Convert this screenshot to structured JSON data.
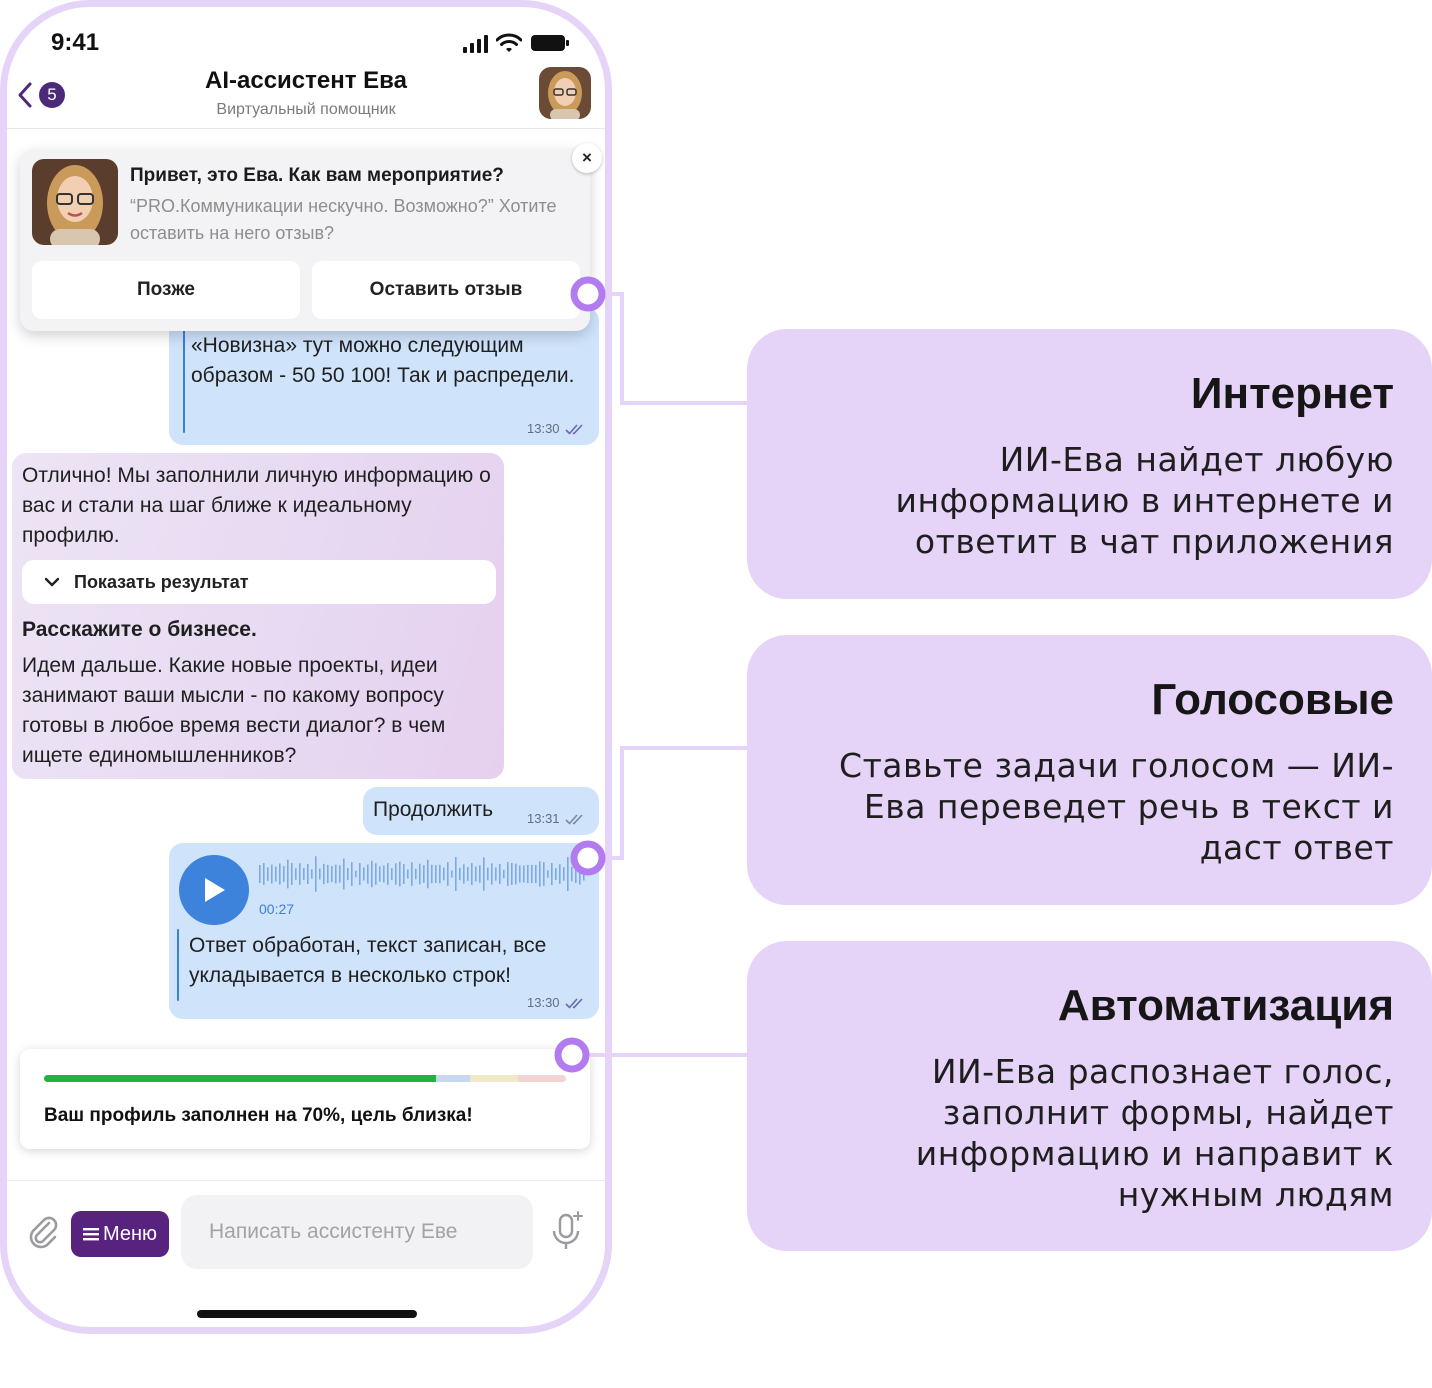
{
  "status_bar": {
    "time": "9:41"
  },
  "header": {
    "back_count": "5",
    "title": "AI-ассистент Ева",
    "subtitle": "Виртуальный помощник"
  },
  "popup": {
    "title": "Привет, это Ева. Как вам мероприятие?",
    "text": "“PRO.Коммуникации нескучно. Возможно?” Хотите оставить на него отзыв?",
    "close": "×",
    "later_label": "Позже",
    "review_label": "Оставить отзыв"
  },
  "messages": {
    "outgoing_1": {
      "text": "«Новизна» тут можно следующим образом - 50 50 100! Так и распредели.",
      "time": "13:30"
    },
    "incoming": {
      "intro": "Отлично! Мы заполнили личную информацию о вас и стали на шаг ближе к идеальному профилю.",
      "show_result_label": "Показать результат",
      "heading": "Расскажите о бизнесе.",
      "body": "Идем дальше. Какие новые проекты, идеи занимают ваши мысли - по какому вопросу готовы в любое время вести диалог? в чем ищете единомышленников?"
    },
    "outgoing_2": {
      "text": "Продолжить",
      "time": "13:31"
    },
    "voice": {
      "duration": "00:27",
      "transcript": "Ответ обработан, текст записан, все укладывается в несколько строк!",
      "time": "13:30"
    }
  },
  "progress": {
    "text": "Ваш профиль заполнен на 70%, цель близка!",
    "fraction": 0.7
  },
  "input_bar": {
    "menu_label": "Меню",
    "placeholder": "Написать ассистенту Еве"
  },
  "callouts": [
    {
      "title": "Интернет",
      "text": "ИИ-Ева найдет любую информацию в интернете и ответит в чат приложения"
    },
    {
      "title": "Голосовые",
      "text": "Ставьте задачи голосом — ИИ-Ева переведет речь в текст и даст ответ"
    },
    {
      "title": "Автоматизация",
      "text": "ИИ-Ева распознает голос, заполнит формы, найдет информацию и направит к нужным людям"
    }
  ],
  "colors": {
    "frame": "#e5d4f7",
    "accent_purple": "#57237f",
    "marker": "#b27cf0",
    "outgoing_bubble": "#cfe3fb",
    "progress_green": "#22b43a"
  },
  "icons": [
    "chevron-left-icon",
    "signal-icon",
    "wifi-icon",
    "battery-icon",
    "close-icon",
    "chevron-down-icon",
    "double-check-icon",
    "play-icon",
    "paperclip-icon",
    "menu-icon",
    "mic-icon"
  ]
}
